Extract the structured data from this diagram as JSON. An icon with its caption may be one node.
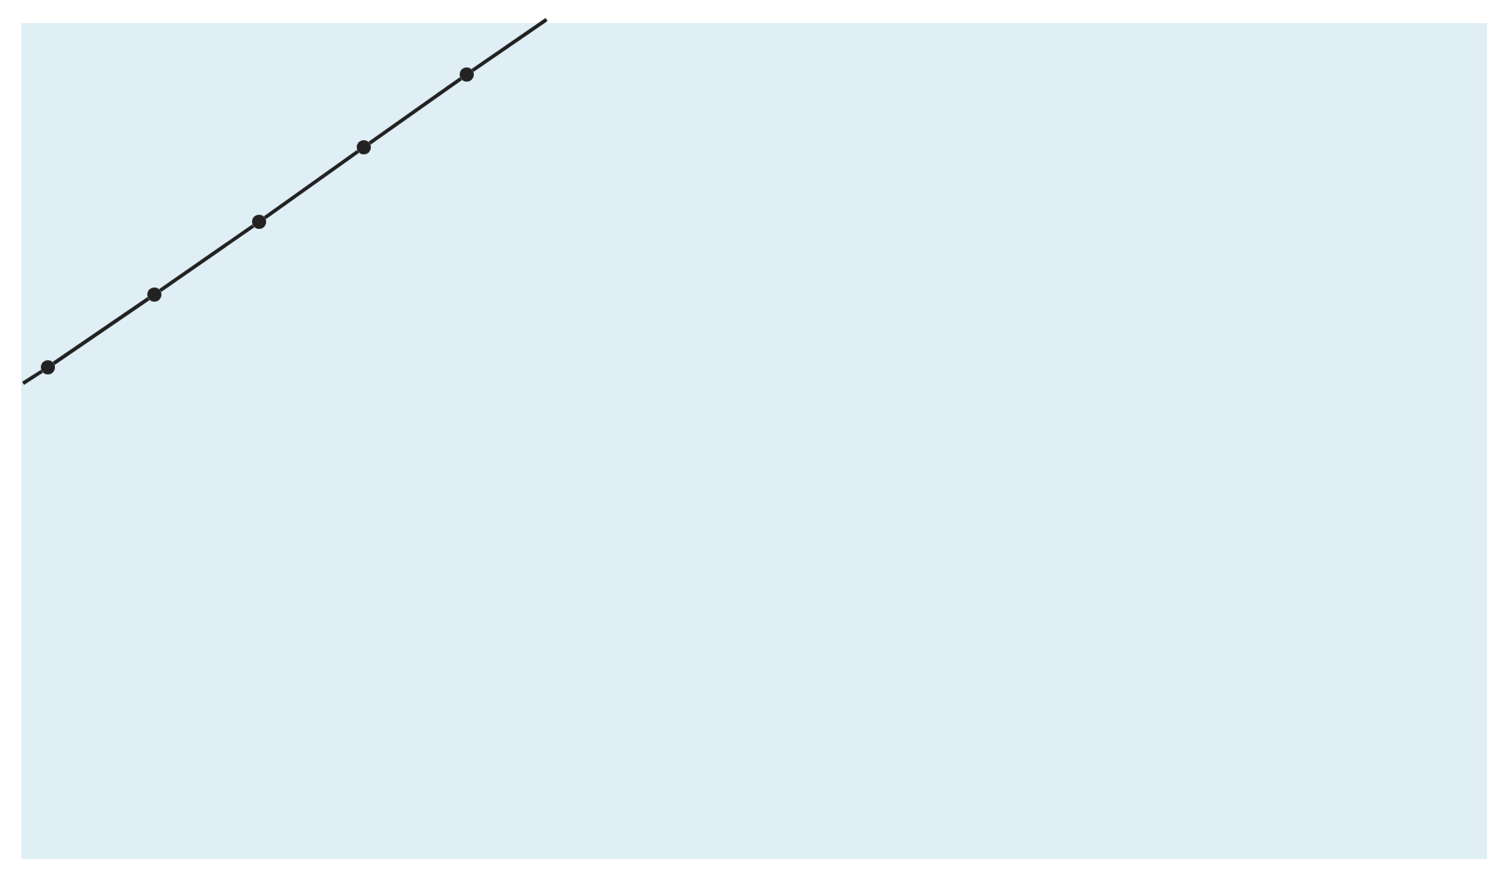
{
  "diagram": {
    "nodes": [
      {
        "text": [],
        "shape": "circle"
      },
      {
        "text": [],
        "shape": "circle"
      },
      {
        "text": [],
        "shape": "circle"
      },
      {
        "text": [],
        "shape": "circle"
      },
      {
        "text": [],
        "shape": "circle"
      }
    ],
    "edges": [
      {
        "from": null,
        "to": 0,
        "arrow": "none"
      },
      {
        "from": 0,
        "to": 1,
        "arrow": "none"
      },
      {
        "from": 1,
        "to": 2,
        "arrow": "none"
      },
      {
        "from": 2,
        "to": 3,
        "arrow": "none"
      },
      {
        "from": 3,
        "to": 4,
        "arrow": "none"
      },
      {
        "from": 4,
        "to": null,
        "arrow": "none"
      }
    ]
  }
}
